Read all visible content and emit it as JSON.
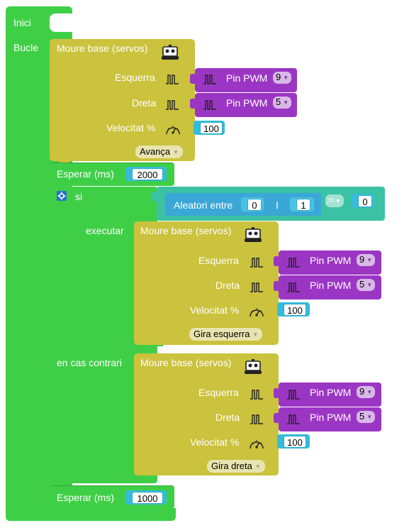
{
  "program": {
    "start_label": "Inici",
    "loop_label": "Bucle"
  },
  "move_base_1": {
    "title": "Moure base (servos)",
    "left_label": "Esquerra",
    "right_label": "Dreta",
    "speed_label": "Velocitat %",
    "left_pin_label": "Pin PWM",
    "left_pin_value": "9",
    "right_pin_label": "Pin PWM",
    "right_pin_value": "5",
    "speed_value": "100",
    "direction": "Avança"
  },
  "wait_1": {
    "label": "Esperar (ms)",
    "value": "2000"
  },
  "if_block": {
    "if_label": "si",
    "do_label": "executar",
    "else_label": "en cas contrari",
    "random_label": "Aleatori entre",
    "random_min": "0",
    "random_and": "I",
    "random_max": "1",
    "compare_op": "=",
    "compare_value": "0"
  },
  "move_base_2": {
    "title": "Moure base (servos)",
    "left_label": "Esquerra",
    "right_label": "Dreta",
    "speed_label": "Velocitat %",
    "left_pin_label": "Pin PWM",
    "left_pin_value": "9",
    "right_pin_label": "Pin PWM",
    "right_pin_value": "5",
    "speed_value": "100",
    "direction": "Gira esquerra"
  },
  "move_base_3": {
    "title": "Moure base (servos)",
    "left_label": "Esquerra",
    "right_label": "Dreta",
    "speed_label": "Velocitat %",
    "left_pin_label": "Pin PWM",
    "left_pin_value": "9",
    "right_pin_label": "Pin PWM",
    "right_pin_value": "5",
    "speed_value": "100",
    "direction": "Gira dreta"
  },
  "wait_2": {
    "label": "Esperar (ms)",
    "value": "1000"
  },
  "colors": {
    "control": "#3fcf47",
    "motion": "#cbc23d",
    "pin": "#9b36c4",
    "logic": "#3bc1a4",
    "number": "#35bcd9"
  },
  "icons": [
    "robot-icon",
    "pwm-signal-icon",
    "speedometer-icon",
    "gear-icon",
    "dropdown-arrow-icon"
  ]
}
